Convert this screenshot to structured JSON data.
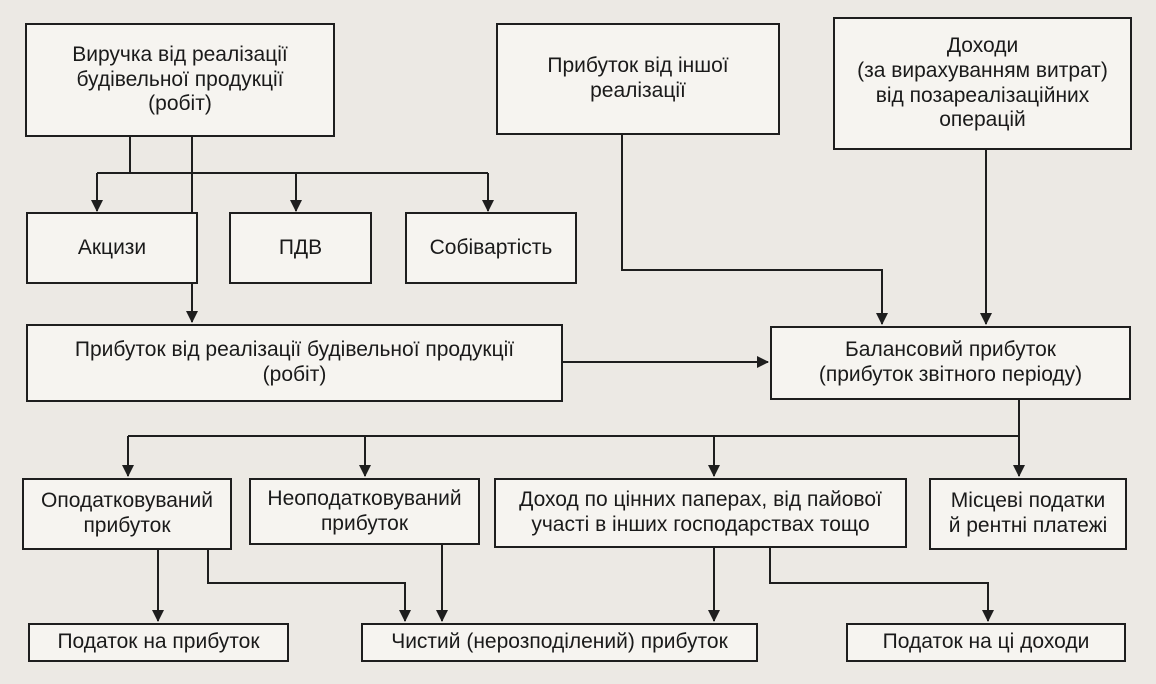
{
  "diagram": {
    "boxes": {
      "revenue": "Виручка від реалізації\nбудівельної продукції\n(робіт)",
      "other_sales": "Прибуток від іншої\nреалізації",
      "non_sales_income": "Доходи\n(за вирахуванням витрат)\nвід позареалізаційних\nоперацій",
      "excise": "Акцизи",
      "vat": "ПДВ",
      "cost": "Собівартість",
      "construction_profit": "Прибуток від реалізації будівельної продукції\n(робіт)",
      "balance_profit": "Балансовий прибуток\n(прибуток звітного періоду)",
      "taxable_profit": "Оподатковуваний\nприбуток",
      "nontaxable_profit": "Неоподатковуваний\nприбуток",
      "securities_income": "Доход по цінних паперах, від пайової\nучасті в інших господарствах тощо",
      "local_taxes": "Місцеві податки\nй рентні платежі",
      "profit_tax": "Податок на прибуток",
      "net_profit": "Чистий (нерозподілений) прибуток",
      "income_tax": "Податок на ці доходи"
    }
  }
}
